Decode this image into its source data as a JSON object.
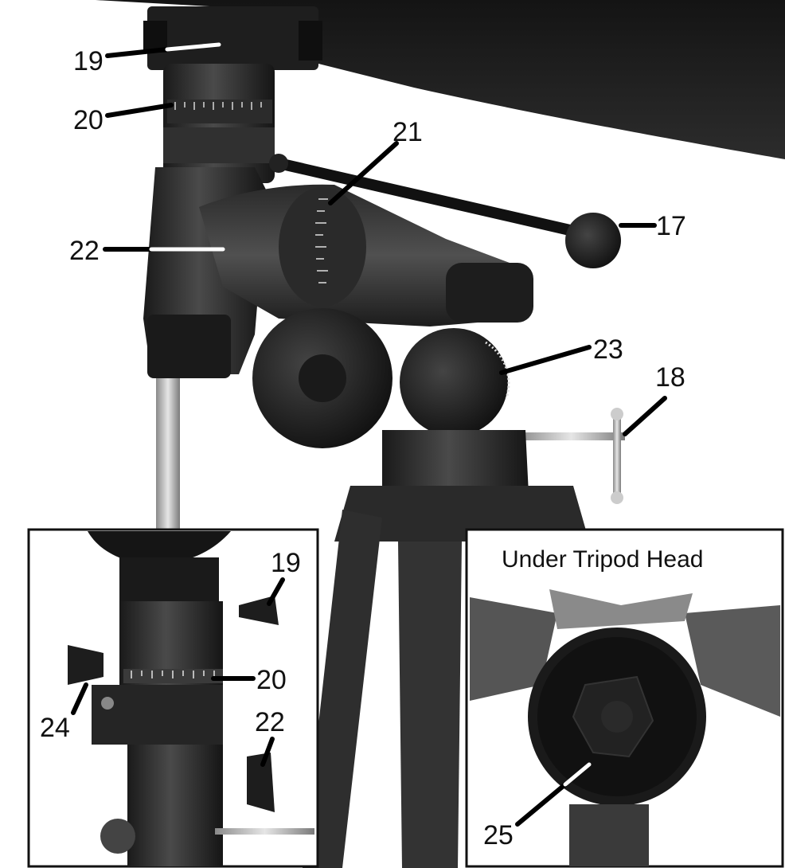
{
  "figure": {
    "main_callouts": {
      "c17": "17",
      "c18": "18",
      "c19": "19",
      "c20": "20",
      "c21": "21",
      "c22": "22",
      "c23": "23"
    },
    "inset_left": {
      "c19": "19",
      "c20": "20",
      "c22": "22",
      "c24": "24"
    },
    "inset_right": {
      "title": "Under Tripod Head",
      "c25": "25"
    }
  }
}
